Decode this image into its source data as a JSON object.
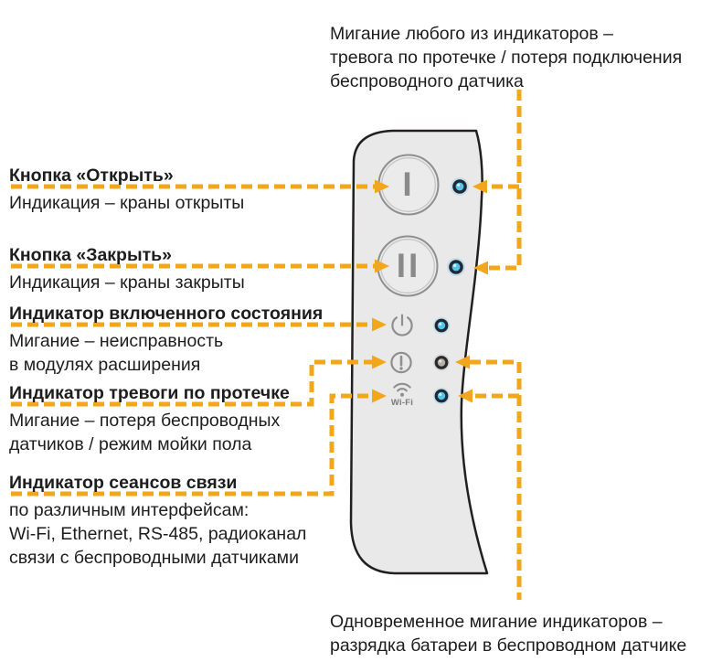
{
  "colors": {
    "accent_orange": "#F2A71B",
    "led_on_cyan": "#55C4EA",
    "led_off_gray": "#B4B0AC",
    "led_ring_dark": "#1E2936",
    "panel_fill": "#E9E9E9",
    "panel_border": "#221F1F",
    "icon_gray": "#8F8F8F",
    "text_color": "#1D1D1D"
  },
  "top_note": {
    "lines": [
      "Мигание любого из индикаторов –",
      "тревога по протечке / потеря подключения",
      "беспроводного датчика"
    ]
  },
  "bottom_note": {
    "lines": [
      "Одновременное мигание индикаторов –",
      "разрядка батареи в беспроводном датчике"
    ]
  },
  "callouts": [
    {
      "title": "Кнопка «Открыть»",
      "desc": [
        "Индикация – краны открыты"
      ]
    },
    {
      "title": "Кнопка «Закрыть»",
      "desc": [
        "Индикация – краны закрыты"
      ]
    },
    {
      "title": "Индикатор включенного состояния",
      "desc": [
        "Мигание – неисправность",
        "в модулях расширения"
      ]
    },
    {
      "title": "Индикатор тревоги по протечке",
      "desc": [
        "Мигание – потеря беспроводных",
        "датчиков / режим мойки пола"
      ]
    },
    {
      "title": "Индикатор сеансов связи",
      "desc": [
        "по различным интерфейсам:",
        "Wi-Fi, Ethernet, RS-485, радиоканал",
        "связи с беспроводными датчиками"
      ]
    }
  ],
  "device": {
    "open_button_glyph": "I",
    "close_button_glyph": "II",
    "wifi_icon_label": "Wi-Fi",
    "leds": [
      {
        "name": "valves-open-led",
        "state": "on"
      },
      {
        "name": "valves-closed-led",
        "state": "on"
      },
      {
        "name": "power-led",
        "state": "on"
      },
      {
        "name": "leak-alarm-led",
        "state": "off"
      },
      {
        "name": "link-sessions-led",
        "state": "on"
      }
    ]
  }
}
